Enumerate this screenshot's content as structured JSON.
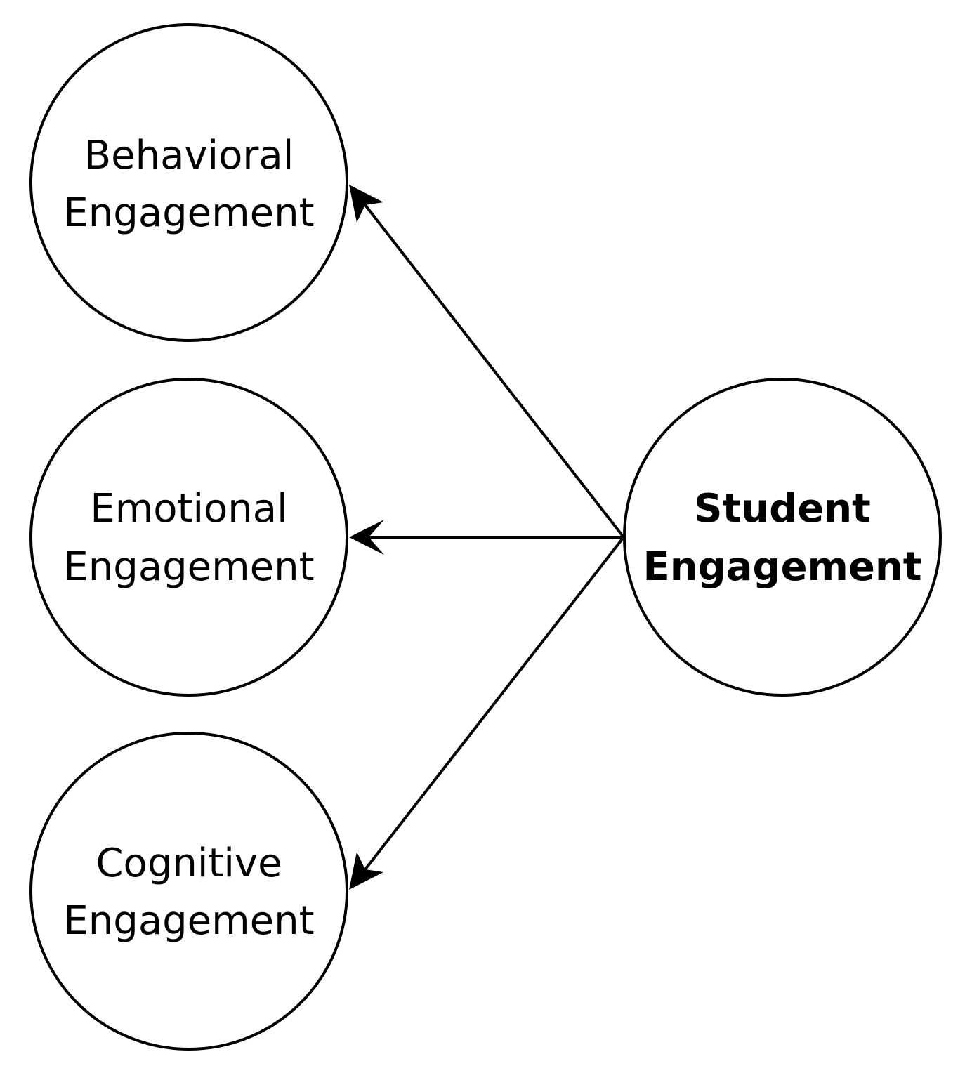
{
  "diagram": {
    "colors": {
      "stroke": "#000000",
      "fill": "#ffffff",
      "text": "#000000"
    },
    "nodes": {
      "behavioral": {
        "line1": "Behavioral",
        "line2": "Engagement"
      },
      "emotional": {
        "line1": "Emotional",
        "line2": "Engagement"
      },
      "cognitive": {
        "line1": "Cognitive",
        "line2": "Engagement"
      },
      "student": {
        "line1": "Student",
        "line2": "Engagement"
      }
    },
    "edges": [
      {
        "from": "student",
        "to": "behavioral"
      },
      {
        "from": "student",
        "to": "emotional"
      },
      {
        "from": "student",
        "to": "cognitive"
      }
    ]
  }
}
